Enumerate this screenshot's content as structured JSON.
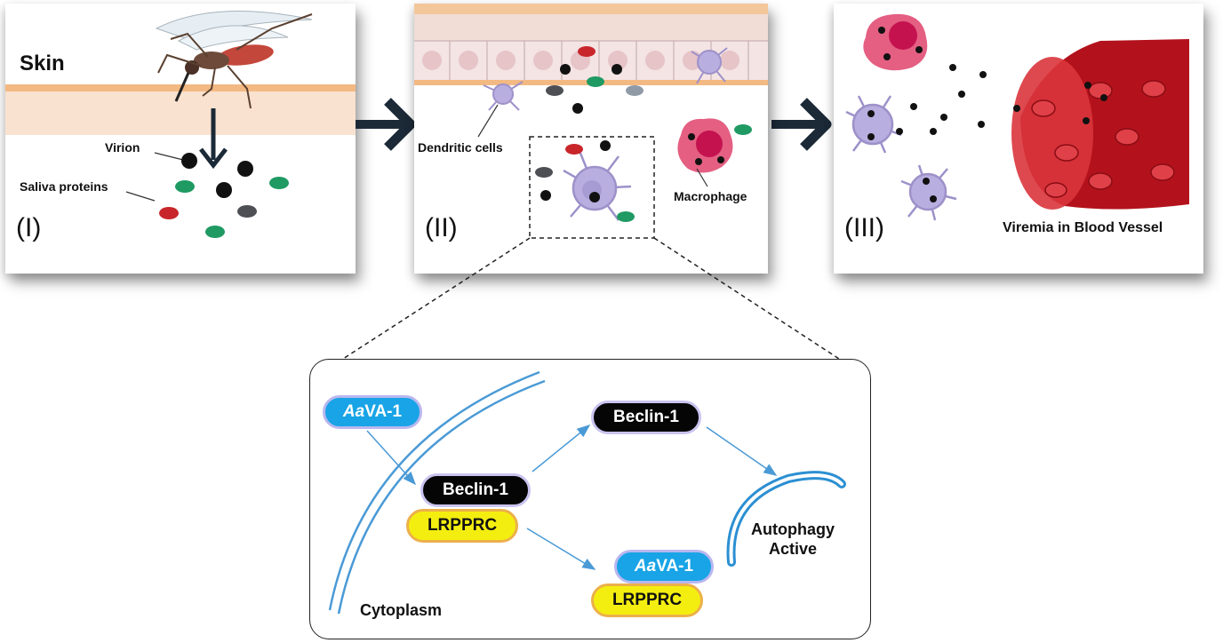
{
  "panels": {
    "skin": {
      "label": "Skin",
      "virion_label": "Virion",
      "saliva_label": "Saliva proteins",
      "numeral": "(I)"
    },
    "dermis": {
      "dendritic_label": "Dendritic cells",
      "macrophage_label": "Macrophage",
      "numeral": "(II)"
    },
    "blood": {
      "numeral": "(III)",
      "viremia_label": "Viremia in Blood Vessel"
    }
  },
  "inset": {
    "aava1_top": {
      "prefix": "Aa",
      "rest": "VA-1"
    },
    "beclin_complex": "Beclin-1",
    "lrpprc_complex": "LRPPRC",
    "beclin_free": "Beclin-1",
    "aava1_bottom": {
      "prefix": "Aa",
      "rest": "VA-1"
    },
    "lrpprc_bottom": "LRPPRC",
    "autophagy_line1": "Autophagy",
    "autophagy_line2": "Active",
    "cytoplasm": "Cytoplasm"
  },
  "colors": {
    "skin_band": "#fae2d0",
    "skin_line": "#f3b982",
    "arrow": "#1c2a38",
    "flow_arrow": "#4a9ad6",
    "pill_blue": "#18a4e6",
    "pill_yellow": "#f4ee10",
    "dendritic": "#b9aee0",
    "macrophage": "#e45f82",
    "blood": "#c0141e"
  }
}
